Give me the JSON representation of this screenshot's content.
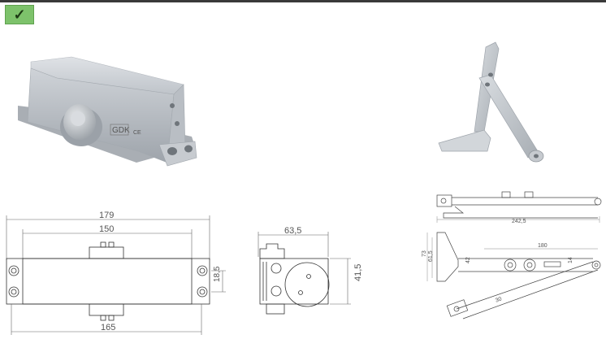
{
  "toolbar": {
    "check_glyph": "✓",
    "check_icon": "checkmark-icon",
    "accent": "#7dc26b"
  },
  "product": {
    "brand": "GDK",
    "mark": "CE"
  },
  "drawing_left": {
    "total_length": "179",
    "center_length": "150",
    "base_length": "165",
    "height": "18,5"
  },
  "drawing_mid": {
    "width": "63,5",
    "height": "41,5"
  },
  "drawing_right": {
    "arm_length": "242,5",
    "span": "180",
    "h1": "73",
    "h2": "61,5",
    "h3": "42",
    "h4": "14",
    "arm_label": "30"
  }
}
